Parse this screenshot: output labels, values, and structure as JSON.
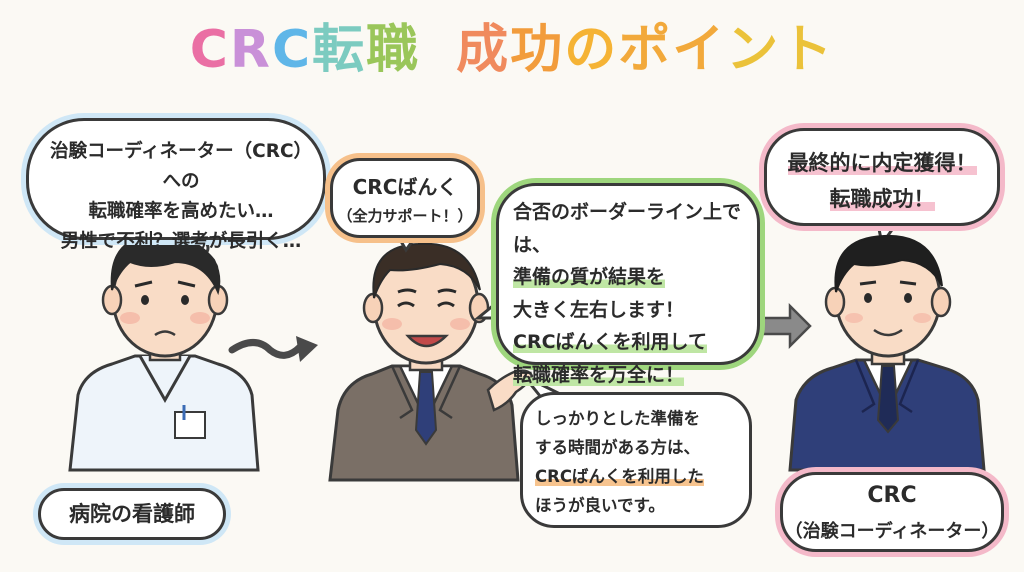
{
  "title": {
    "part1": [
      "C",
      "R",
      "C",
      "転",
      "職"
    ],
    "part2": [
      "成",
      "功",
      "の",
      "ポ",
      "イ",
      "ン",
      "ト"
    ]
  },
  "nurse_thought": {
    "lines": [
      "治験コーディネーター（CRC）への",
      "転職確率を高めたい…",
      "男性で不利？選考が長引く…"
    ]
  },
  "nurse_label": "病院の看護師",
  "agent_bubble": {
    "line1": "CRCばんく",
    "line2": "（全力サポート！）"
  },
  "advice_bubble": {
    "lines": [
      "合否のボーダーライン上では、",
      "準備の質が結果を",
      "大きく左右します！",
      "CRCばんくを利用して",
      "転職確率を万全に！"
    ]
  },
  "tip_bubble": {
    "line1": "しっかりとした準備を",
    "line2": "する時間がある方は、",
    "line3": "CRCばんくを利用した",
    "line4": "ほうが良いです。"
  },
  "success_bubble": {
    "line1": "最終的に内定獲得！",
    "line2": "転職成功！"
  },
  "crc_label": {
    "line1": "CRC",
    "line2": "（治験コーディネーター）"
  },
  "colors": {
    "blue_glow": "#cfe7f6",
    "orange_glow": "#f6c08a",
    "green_glow": "#9ed67d",
    "pink_glow": "#f4b9c9",
    "suit_gray": "#7a6f66",
    "suit_navy": "#2f3f79",
    "scrubs": "#eef4fa"
  }
}
